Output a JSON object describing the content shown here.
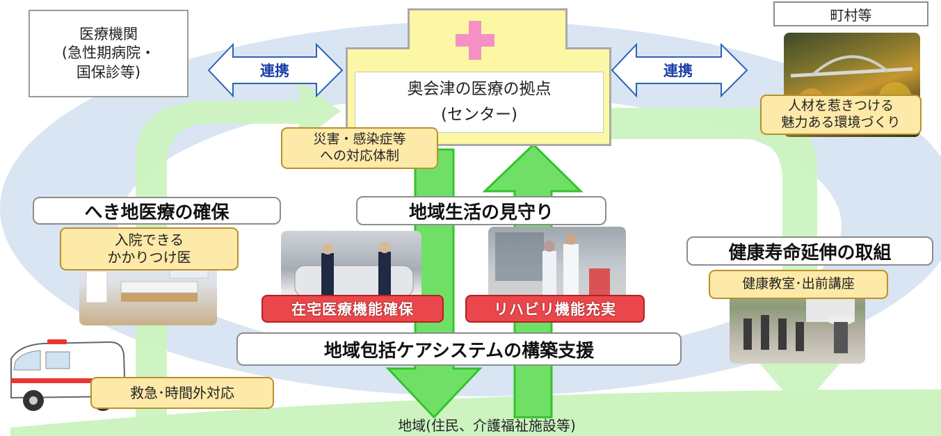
{
  "medical_institution": {
    "line1": "医療機関",
    "line2": "(急性期病院・",
    "line3": "国保診等)"
  },
  "municipality": "町村等",
  "link_left": "連携",
  "link_right": "連携",
  "center": {
    "line1": "奥会津の医療の拠点",
    "line2": "(センター)"
  },
  "disaster": {
    "line1": "災害・感染症等",
    "line2": "への対応体制"
  },
  "attract": {
    "line1": "人材を惹きつける",
    "line2": "魅力ある環境づくり"
  },
  "remote_title": "へき地医療の確保",
  "inpatient": {
    "line1": "入院できる",
    "line2": "かかりつけ医"
  },
  "watch_title": "地域生活の見守り",
  "home_care": "在宅医療機能確保",
  "rehab": "リハビリ機能充実",
  "care_system": "地域包括ケアシステムの構築支援",
  "health_title": "健康寿命延伸の取組",
  "health_class": "健康教室･出前講座",
  "emergency": "救急･時間外対応",
  "community": "地域(住民、介護福祉施設等)",
  "colors": {
    "ellipse": "#d6e3f1",
    "green_arrow": "#ccf3c0",
    "center_fill": "#fbf7a4",
    "cross": "#f58fc4",
    "down_arrow": "#6fe065",
    "arrow_blue": "#2b63b5"
  }
}
